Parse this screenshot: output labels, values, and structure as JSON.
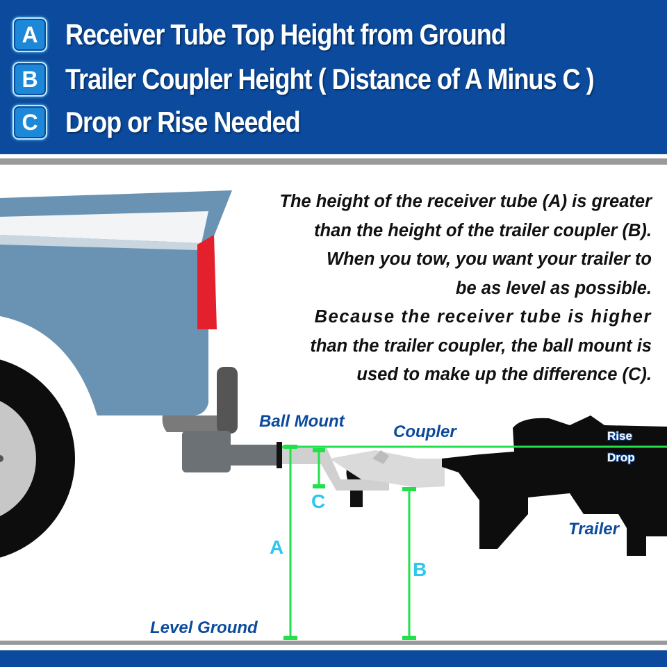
{
  "legend": [
    {
      "letter": "A",
      "text": "Receiver Tube Top Height from Ground"
    },
    {
      "letter": "B",
      "text": "Trailer Coupler Height ( Distance of A Minus C )"
    },
    {
      "letter": "C",
      "text": "Drop or Rise Needed"
    }
  ],
  "explanation": {
    "line1": "The height of the receiver tube (A) is greater",
    "line2": "than the height of the trailer coupler (B).",
    "line3": "When you tow, you want your trailer to",
    "line4": "be as level as possible.",
    "line5": "Because the receiver tube is higher",
    "line6": "than the trailer coupler, the ball mount is",
    "line7": "used to make up the difference (C)."
  },
  "labels": {
    "ball_mount": "Ball Mount",
    "coupler": "Coupler",
    "trailer": "Trailer",
    "level_ground": "Level Ground",
    "rise": "Rise",
    "drop": "Drop"
  },
  "dimensions": {
    "a": "A",
    "b": "B",
    "c": "C"
  },
  "colors": {
    "header_blue": "#0b4a9c",
    "truck_body": "#6a93b3",
    "taillight": "#e3202b",
    "dimension_line": "#22e04a",
    "dimension_label": "#2ec7ef"
  }
}
